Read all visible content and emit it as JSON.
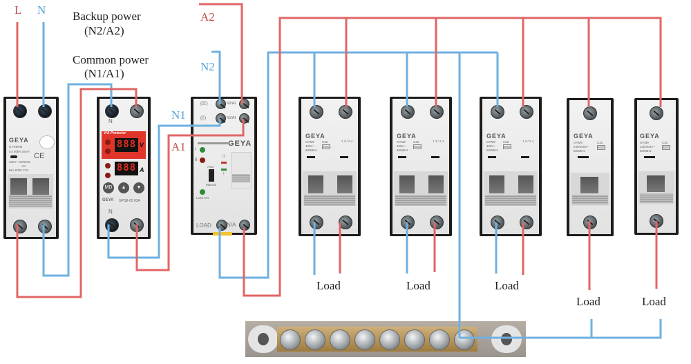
{
  "diagram": {
    "title": "Dual power automatic transfer switch wiring diagram",
    "colors": {
      "line_wire": "#e06666",
      "neutral_wire": "#6fb0e0",
      "label_red": "#c0504d",
      "label_blue": "#5aa6d6"
    },
    "legend": {
      "L": "L",
      "N": "N",
      "backup_title": "Backup power",
      "backup_sub": "(N2/A2)",
      "common_title": "Common power",
      "common_sub": "(N1/A1)"
    },
    "wire_labels": {
      "A2": "A2",
      "N2": "N2",
      "N1": "N1",
      "A1": "A1"
    },
    "devices": {
      "rcbo": {
        "brand": "GEYA",
        "model": "GYR9NM",
        "spec": [
          "Ics 50kA 30mA",
          "230V~ 50/60Hz",
          "AC",
          "6kA 6000 C32"
        ],
        "ce": "CE"
      },
      "protector": {
        "terminal_top": "N",
        "terminal_bottom": "N",
        "panel_title": "V/A-Protector",
        "display_v": "888",
        "display_a": "888",
        "unit_v": "V",
        "unit_a": "A",
        "buttons": [
          "MD",
          "▲",
          "▼"
        ],
        "brand": "GEYA",
        "model": "GPS8-02 63A"
      },
      "ats": {
        "input_ii": "(II)",
        "input_i": "(I)",
        "terminal_ii": "N2/A2",
        "terminal_i": "N1/A1",
        "brand": "GEYA",
        "led_i": "I",
        "led_ii": "II",
        "mode_auto": "Auto",
        "mode_manual": "Manual",
        "load_on": "Load ON",
        "out_label": "LOAD",
        "out_terminal": "N/A",
        "slider_ii": "II",
        "slider_i": "I"
      },
      "mcb_2p": {
        "brand": "GEYA",
        "model": "GYM9",
        "rating": "C32",
        "voltage": "400V~",
        "freq": "50/60Hz",
        "breaking": "6000",
        "poles": "1 3 / 2 4"
      },
      "mcb_1p": {
        "brand": "GEYA",
        "model": "GYM9",
        "rating": "C32",
        "voltage": "230/400V~",
        "freq": "50/60Hz",
        "breaking": "6000"
      }
    },
    "loads": [
      "Load",
      "Load",
      "Load",
      "Load",
      "Load"
    ],
    "busbar": {
      "terminals": 8
    }
  }
}
